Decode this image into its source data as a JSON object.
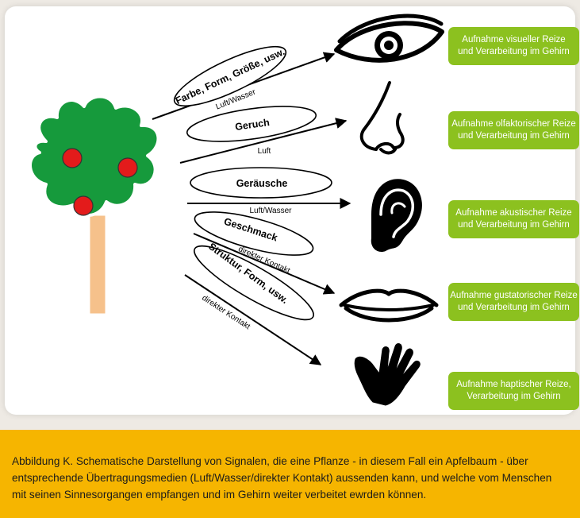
{
  "signals": [
    {
      "label": "Farbe, Form, Größe, usw.",
      "medium": "Luft/Wasser"
    },
    {
      "label": "Geruch",
      "medium": "Luft"
    },
    {
      "label": "Geräusche",
      "medium": "Luft/Wasser"
    },
    {
      "label": "Geschmack",
      "medium": "direkter Kontakt"
    },
    {
      "label": "Struktur, Form, usw.",
      "medium": "direkter Kontakt"
    }
  ],
  "senses": [
    {
      "icon": "eye-icon",
      "line1": "Aufnahme visueller Reize",
      "line2": "und Verarbeitung im Gehirn"
    },
    {
      "icon": "nose-icon",
      "line1": "Aufnahme olfaktorischer Reize",
      "line2": "und Verarbeitung im Gehirn"
    },
    {
      "icon": "ear-icon",
      "line1": "Aufnahme akustischer Reize",
      "line2": "und Verarbeitung im Gehirn"
    },
    {
      "icon": "mouth-icon",
      "line1": "Aufnahme gustatorischer Reize",
      "line2": "und Verarbeitung im Gehirn"
    },
    {
      "icon": "hand-icon",
      "line1": "Aufnahme haptischer Reize,",
      "line2": "Verarbeitung im Gehirn"
    }
  ],
  "caption": "Abbildung K. Schematische Darstellung von Signalen, die eine Pflanze - in diesem Fall ein Apfelbaum - über entsprechende Übertragungsmedien (Luft/Wasser/direkter Kontakt) aussenden kann, und welche vom Menschen mit seinen Sinnesorgangen empfangen und im Gehirn weiter verbeitet ewrden können.",
  "colors": {
    "box_green": "#8cc11f",
    "caption_bg": "#f6b500",
    "foliage": "#169a3c",
    "apple": "#e31b1b",
    "trunk": "#f6c18b"
  }
}
